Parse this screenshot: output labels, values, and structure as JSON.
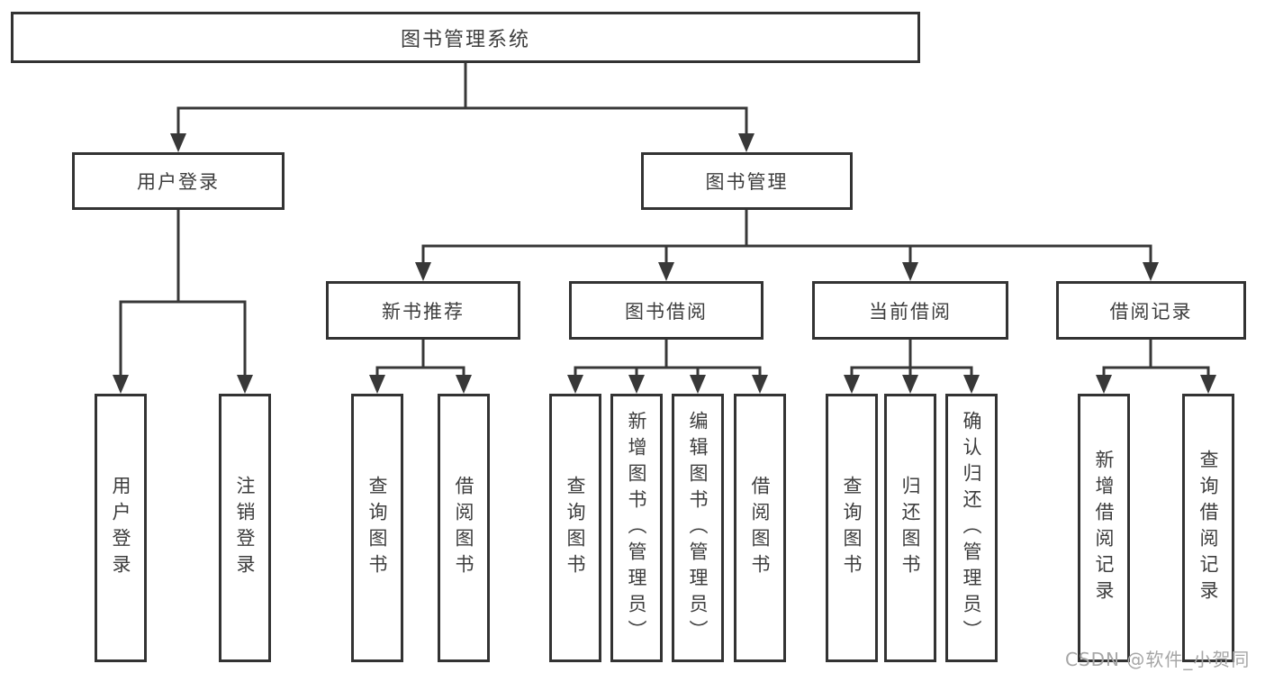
{
  "tree": {
    "root": "图书管理系统",
    "branches": [
      {
        "label": "用户登录",
        "children": [
          "用户登录",
          "注销登录"
        ]
      },
      {
        "label": "图书管理",
        "sections": [
          {
            "label": "新书推荐",
            "children": [
              "查询图书",
              "借阅图书"
            ]
          },
          {
            "label": "图书借阅",
            "children": [
              "查询图书",
              "新增图书（管理员）",
              "编辑图书（管理员）",
              "借阅图书"
            ]
          },
          {
            "label": "当前借阅",
            "children": [
              "查询图书",
              "归还图书",
              "确认归还（管理员）"
            ]
          },
          {
            "label": "借阅记录",
            "children": [
              "新增借阅记录",
              "查询借阅记录"
            ]
          }
        ]
      }
    ]
  },
  "watermark": "CSDN @软件_小贺同学",
  "colors": {
    "line": "#383838",
    "box_border": "#333333",
    "text": "#3d3d3d",
    "watermark": "#a6a6a6",
    "background": "#ffffff"
  }
}
